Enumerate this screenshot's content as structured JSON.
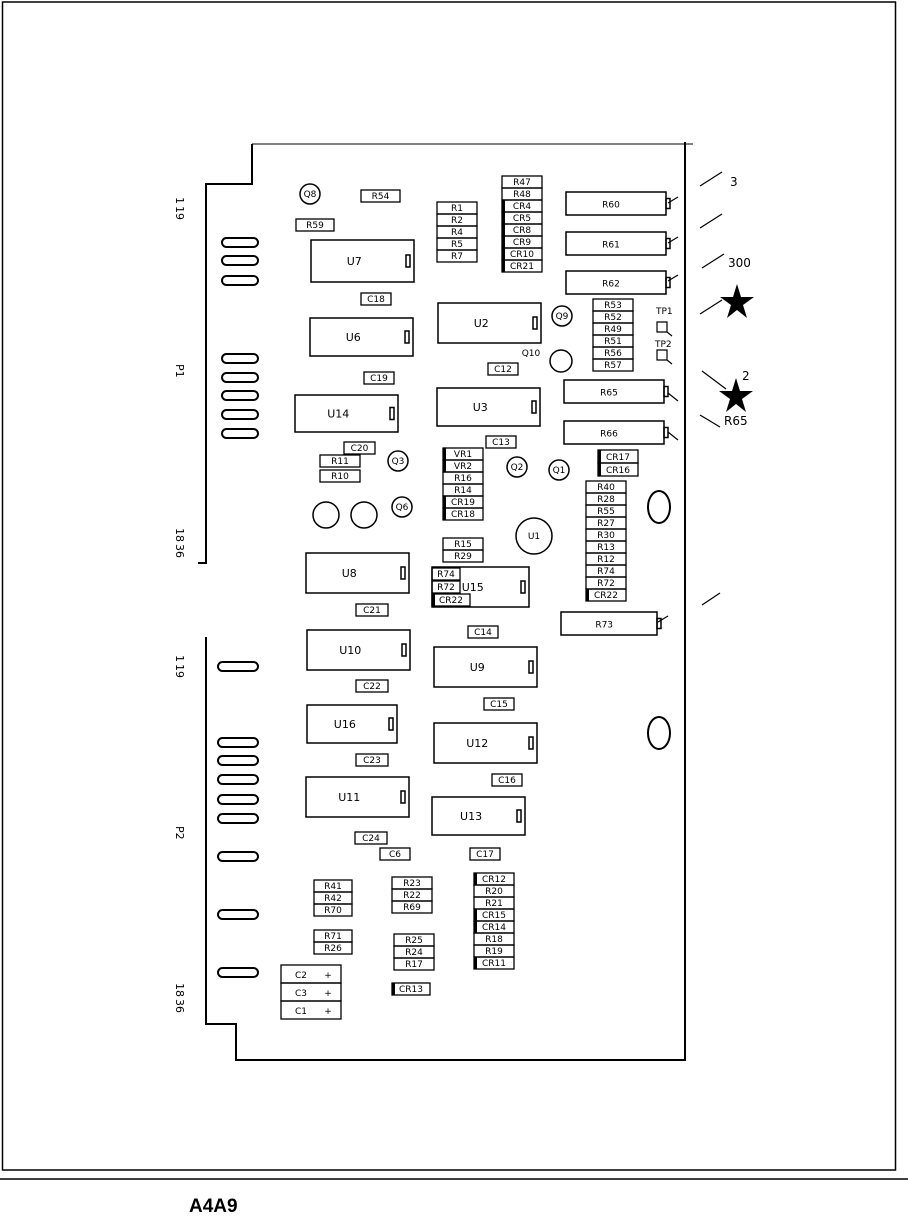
{
  "caption": "A4A9",
  "ics": [
    {
      "ref": "U7",
      "notch": "right"
    },
    {
      "ref": "U6",
      "notch": "right"
    },
    {
      "ref": "U14",
      "notch": "right"
    },
    {
      "ref": "U2",
      "notch": "right"
    },
    {
      "ref": "U3",
      "notch": "right"
    },
    {
      "ref": "U8",
      "notch": "right"
    },
    {
      "ref": "U15",
      "notch": "right"
    },
    {
      "ref": "U10",
      "notch": "right"
    },
    {
      "ref": "U9",
      "notch": "right"
    },
    {
      "ref": "U16",
      "notch": "right"
    },
    {
      "ref": "U12",
      "notch": "right"
    },
    {
      "ref": "U11",
      "notch": "right"
    },
    {
      "ref": "U13",
      "notch": "right"
    }
  ],
  "transistors": [
    "Q8",
    "Q9",
    "Q10",
    "Q3",
    "Q2",
    "Q1",
    "Q6",
    "U1"
  ],
  "large_resistors": [
    "R60",
    "R61",
    "R62",
    "R65",
    "R66",
    "R73"
  ],
  "small_parts": [
    "R54",
    "R59",
    "C18",
    "C19",
    "C12",
    "C20",
    "R11",
    "R10",
    "C13",
    "C21",
    "C14",
    "C22",
    "C15",
    "C23",
    "C16",
    "C24",
    "C6",
    "C17",
    "CR13",
    "R1",
    "R2",
    "R4",
    "R5",
    "R7",
    "R47",
    "R48",
    "CR4",
    "CR5",
    "CR8",
    "CR9",
    "CR10",
    "CR21",
    "R53",
    "R52",
    "R49",
    "R51",
    "R56",
    "R57",
    "VR1",
    "VR2",
    "R16",
    "R14",
    "CR19",
    "CR18",
    "CR17",
    "CR16",
    "R40",
    "R28",
    "R55",
    "R27",
    "R30",
    "R13",
    "R12",
    "R74",
    "R72",
    "CR22",
    "R15",
    "R29",
    "R74",
    "R72",
    "CR22",
    "R41",
    "R42",
    "R70",
    "R71",
    "R26",
    "R23",
    "R22",
    "R69",
    "R25",
    "R24",
    "R17",
    "CR12",
    "R20",
    "R21",
    "CR15",
    "CR14",
    "R18",
    "R19",
    "CR11"
  ],
  "capacitors_polar": [
    "C2",
    "C3",
    "C1"
  ],
  "test_points": [
    "TP1",
    "TP2"
  ],
  "connectors": [
    {
      "name": "P1",
      "pin_top_a": "1",
      "pin_top_b": "19",
      "pin_bot_a": "18",
      "pin_bot_b": "36"
    },
    {
      "name": "P2",
      "pin_top_a": "1",
      "pin_top_b": "19",
      "pin_bot_a": "18",
      "pin_bot_b": "36"
    }
  ],
  "callouts": [
    "3",
    "300",
    "2",
    "R65"
  ],
  "icons": {
    "star": "star-icon"
  }
}
